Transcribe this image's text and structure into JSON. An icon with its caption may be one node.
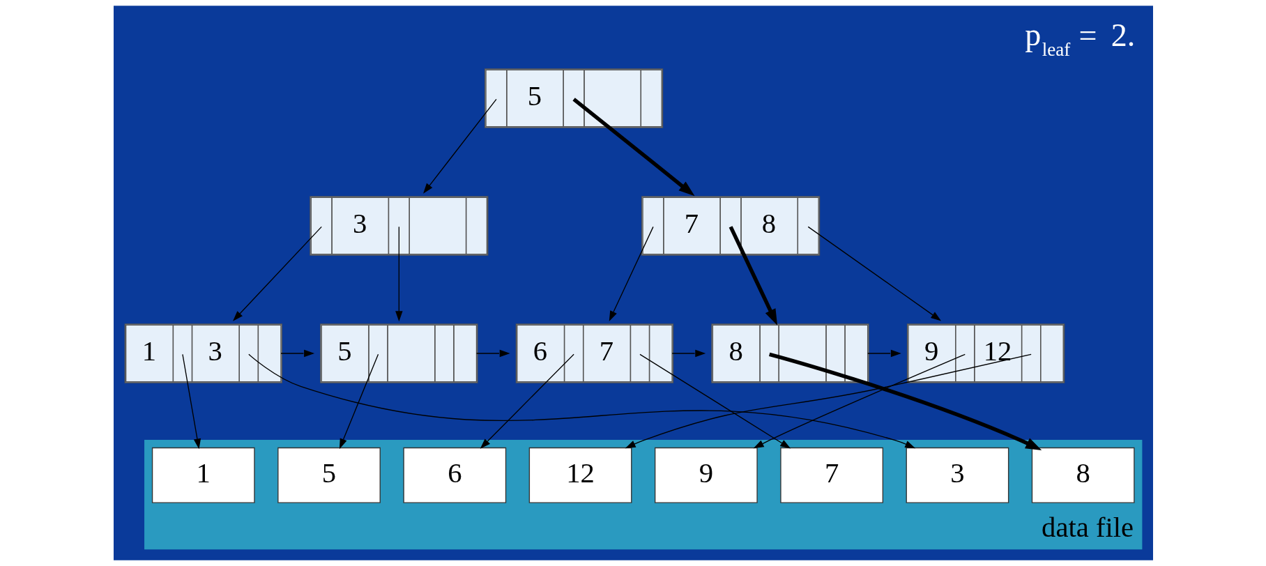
{
  "diagram": {
    "title": "p$_{leaf}$ = 2.",
    "nodes": [
      {
        "text": [
          "5"
        ]
      },
      {
        "text": [
          "3"
        ]
      },
      {
        "text": [
          "7",
          "8"
        ]
      },
      {
        "text": [
          "1",
          "3"
        ]
      },
      {
        "text": [
          "5"
        ]
      },
      {
        "text": [
          "6",
          "7"
        ]
      },
      {
        "text": [
          "8"
        ]
      },
      {
        "text": [
          "9",
          "12"
        ]
      },
      {
        "text": [
          "data file"
        ]
      },
      {
        "text": [
          "1"
        ],
        "in": 8
      },
      {
        "text": [
          "5"
        ],
        "in": 8
      },
      {
        "text": [
          "6"
        ],
        "in": 8
      },
      {
        "text": [
          "12"
        ],
        "in": 8
      },
      {
        "text": [
          "9"
        ],
        "in": 8
      },
      {
        "text": [
          "7"
        ],
        "in": 8
      },
      {
        "text": [
          "3"
        ],
        "in": 8
      },
      {
        "text": [
          "8"
        ],
        "in": 8
      }
    ],
    "edges": [
      {
        "from": 0,
        "to": 1,
        "arrow": "to"
      },
      {
        "from": 0,
        "to": 2,
        "arrow": "to",
        "style": "thick"
      },
      {
        "from": 1,
        "to": 3,
        "arrow": "to"
      },
      {
        "from": 1,
        "to": 4,
        "arrow": "to"
      },
      {
        "from": 2,
        "to": 5,
        "arrow": "to"
      },
      {
        "from": 2,
        "to": 6,
        "arrow": "to",
        "style": "thick"
      },
      {
        "from": 2,
        "to": 7,
        "arrow": "to"
      },
      {
        "from": 3,
        "to": 4,
        "arrow": "to"
      },
      {
        "from": 4,
        "to": 5,
        "arrow": "to"
      },
      {
        "from": 5,
        "to": 6,
        "arrow": "to"
      },
      {
        "from": 6,
        "to": 7,
        "arrow": "to"
      },
      {
        "from": 3,
        "to": 9,
        "arrow": "to"
      },
      {
        "from": 3,
        "to": 15,
        "arrow": "to"
      },
      {
        "from": 4,
        "to": 10,
        "arrow": "to"
      },
      {
        "from": 5,
        "to": 11,
        "arrow": "to"
      },
      {
        "from": 5,
        "to": 14,
        "arrow": "to"
      },
      {
        "from": 6,
        "to": 16,
        "arrow": "to",
        "style": "thick"
      },
      {
        "from": 7,
        "to": 13,
        "arrow": "to"
      },
      {
        "from": 7,
        "to": 12,
        "arrow": "to"
      }
    ]
  }
}
